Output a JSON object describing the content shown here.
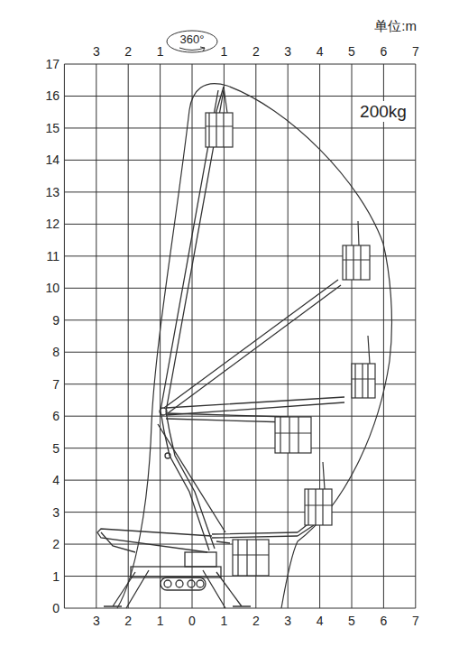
{
  "diagram": {
    "nodes": [
      {
        "text": [
          "360°"
        ]
      }
    ],
    "labels": [
      "单位:m",
      "200kg",
      "3",
      "2",
      "1",
      "1",
      "2",
      "3",
      "4",
      "5",
      "6",
      "7",
      "3",
      "2",
      "1",
      "0",
      "1",
      "2",
      "3",
      "4",
      "5",
      "6",
      "7",
      "0",
      "1",
      "2",
      "3",
      "4",
      "5",
      "6",
      "7",
      "8",
      "9",
      "10",
      "11",
      "12",
      "13",
      "14",
      "15",
      "16",
      "17"
    ]
  }
}
